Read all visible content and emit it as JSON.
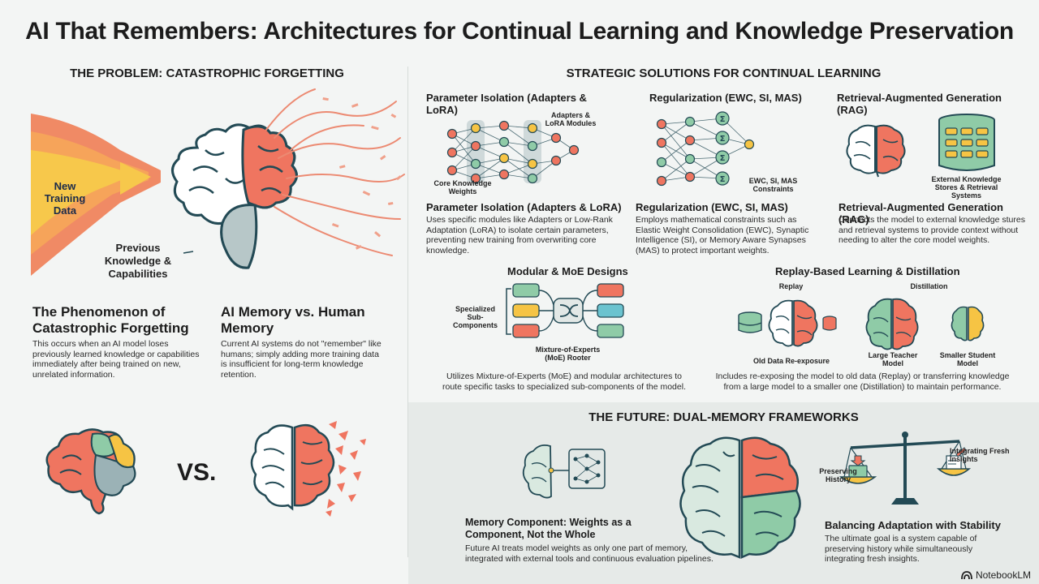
{
  "title": "AI That Remembers: Architectures for Continual Learning and Knowledge Preservation",
  "problem": {
    "heading": "THE PROBLEM: CATASTROPHIC FORGETTING",
    "new_data_label": "New Training Data",
    "previous_label": "Previous Knowledge & Capabilities",
    "phenomenon_title": "The Phenomenon of Catastrophic Forgetting",
    "phenomenon_text": "This occurs when an AI model loses previously learned knowledge or capabilities immediately after being trained on new, unrelated information.",
    "memory_title": "AI Memory vs. Human Memory",
    "memory_text": "Current AI systems do not \"remember\" like humans; simply adding more training data is insufficient for long-term knowledge retention.",
    "vs_label": "VS."
  },
  "solutions": {
    "heading": "STRATEGIC SOLUTIONS FOR CONTINUAL LEARNING",
    "param": {
      "title": "Parameter Isolation (Adapters & LoRA)",
      "adapters_label": "Adapters & LoRA Modules",
      "core_label": "Core Knowledge Weights",
      "title2": "Parameter Isolation (Adapters & LoRA)",
      "text": "Uses specific modules like Adapters or Low-Rank Adaptation (LoRA) to isolate certain parameters, preventing new training from overwriting core knowledge."
    },
    "reg": {
      "title": "Regularization (EWC, SI, MAS)",
      "constraints_label": "EWC, SI, MAS Constraints",
      "title2": "Regularization (EWC, SI, MAS)",
      "text": "Employs mathematical constraints such as Elastic Weight Consolidation (EWC), Synaptic Intelligence (SI), or Memory Aware Synapses (MAS) to protect important weights."
    },
    "rag": {
      "title": "Retrieval-Augmented Generation (RAG)",
      "stores_label": "External Knowledge Stores & Retrieval Systems",
      "title2": "Retrieval-Augmented Generation (RAG)",
      "text": "Connects the model to external knowledge stures and retrieval systems to provide context without needing to alter the core model weights."
    },
    "moe": {
      "title": "Modular & MoE Designs",
      "sub_label": "Specialized Sub-Components",
      "router_label": "Mixture-of-Experts (MoE) Rooter",
      "text": "Utilizes Mixture-of-Experts (MoE) and modular architectures to route specific tasks to specialized sub-components of the model."
    },
    "replay": {
      "title": "Replay-Based Learning & Distillation",
      "replay_label": "Replay",
      "distill_label": "Distillation",
      "old_data_label": "Old Data Re-exposure",
      "teacher_label": "Large Teacher Model",
      "student_label": "Smaller Student Model",
      "text": "Includes re-exposing the model to old data (Replay) or transferring knowledge from a large model to a smaller one (Distillation) to maintain performance."
    }
  },
  "future": {
    "heading": "THE FUTURE: DUAL-MEMORY FRAMEWORKS",
    "memory_title": "Memory Component: Weights as a Component, Not the Whole",
    "memory_text": "Future AI treats model weights as only one part of memory, integrated with external tools and continuous evaluation pipelines.",
    "preserving_label": "Preserving History",
    "integrating_label": "Integrating Fresh Insights",
    "balance_title": "Balancing Adaptation with Stability",
    "balance_text": "The ultimate goal is a system capable of preserving history while simultaneously integrating fresh insights."
  },
  "brand": "NotebookLM",
  "colors": {
    "coral": "#ef7560",
    "yellow": "#f6c444",
    "green": "#8fcba7",
    "teal": "#6bc3cf",
    "blue_gray": "#9bb2b6",
    "orange": "#f39a5c"
  }
}
